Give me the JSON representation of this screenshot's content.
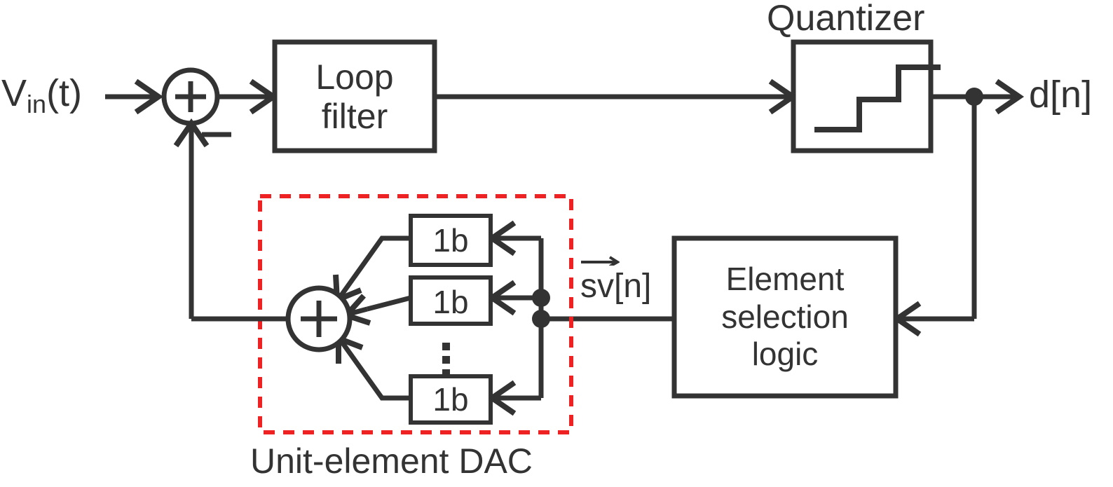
{
  "diagram": {
    "title_caption": "Unit-element DAC",
    "colors": {
      "line": "#333333",
      "dashed_region": "#ee2222",
      "background": "#ffffff"
    },
    "signals": {
      "input_label": "V",
      "input_label_sub": "in",
      "input_label_tail": "(t)",
      "output_label": "d[n]",
      "select_vector_label": "sv[n]",
      "select_vector_base": "sv",
      "select_vector_index": "[n]"
    },
    "blocks": {
      "loop_filter": {
        "line1": "Loop",
        "line2": "filter"
      },
      "quantizer": {
        "caption": "Quantizer",
        "icon": "staircase-icon"
      },
      "element_selection_logic": {
        "line1": "Element",
        "line2": "selection",
        "line3": "logic"
      },
      "unit_elements": [
        {
          "label": "1b"
        },
        {
          "label": "1b"
        },
        {
          "label": "1b"
        }
      ],
      "ellipsis": "vertical-ellipsis"
    },
    "nodes": {
      "input_summer_sign_positive": "+",
      "input_summer_sign_negative": "−",
      "dac_summer_sign": "+"
    }
  }
}
